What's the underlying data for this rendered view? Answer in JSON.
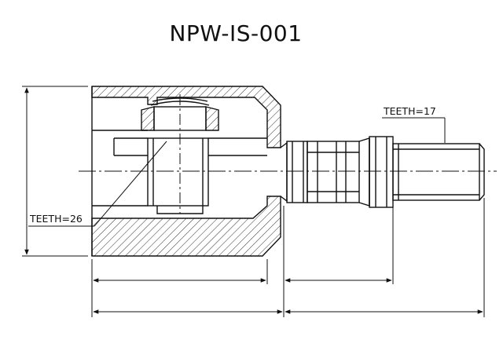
{
  "title": "NPW-IS-001",
  "labels": {
    "teeth_outer": "TEETH=17",
    "teeth_inner": "TEETH=26"
  },
  "colors": {
    "ink": "#111111",
    "hatch": "#333333",
    "background": "#ffffff"
  }
}
